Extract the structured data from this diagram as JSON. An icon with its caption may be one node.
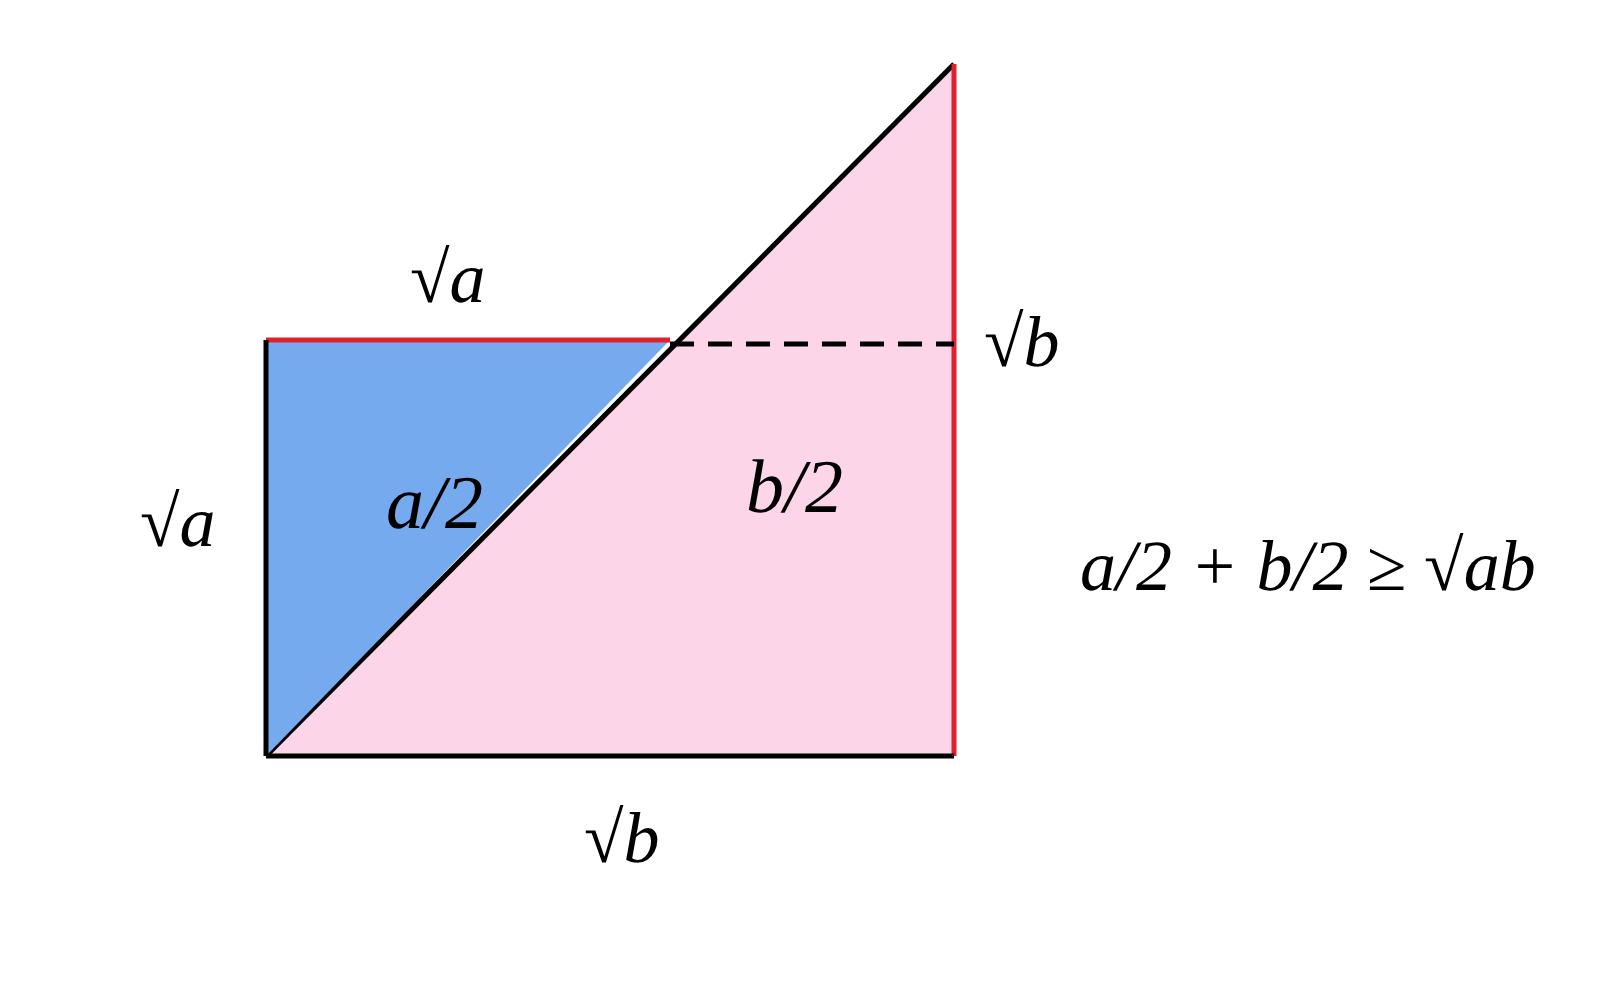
{
  "diagram": {
    "nodes": [
      {
        "text": [
          "a/2"
        ]
      },
      {
        "text": [
          "b/2"
        ]
      }
    ],
    "labels": [
      "√a",
      "√b",
      "√a",
      "√b",
      "a/2 + b/2 ≥ √ab"
    ]
  }
}
